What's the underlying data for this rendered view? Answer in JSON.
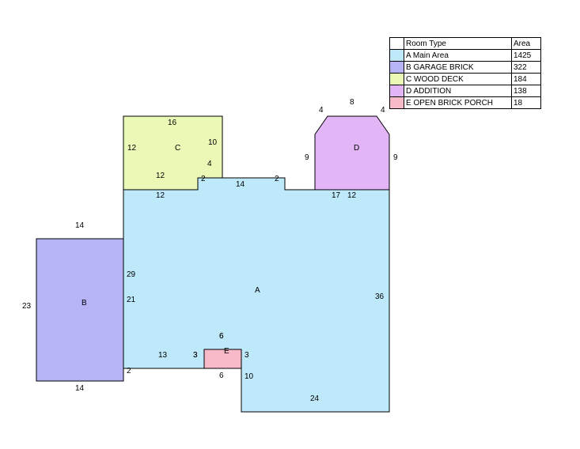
{
  "colors": {
    "A": "#bde9fb",
    "B": "#b6b3f6",
    "C": "#eaf9b6",
    "D": "#e1b5f6",
    "E": "#f8b9c9"
  },
  "legend": {
    "header_type": "Room Type",
    "header_area": "Area",
    "rows": [
      {
        "key": "A",
        "type": "A Main Area",
        "area": "1425"
      },
      {
        "key": "B",
        "type": "B GARAGE BRICK",
        "area": "322"
      },
      {
        "key": "C",
        "type": "C WOOD DECK",
        "area": "184"
      },
      {
        "key": "D",
        "type": "D ADDITION",
        "area": "138"
      },
      {
        "key": "E",
        "type": "E OPEN BRICK PORCH",
        "area": "18"
      }
    ]
  },
  "rooms": {
    "A": {
      "label": "A",
      "dims": [
        "14",
        "2",
        "2",
        "17",
        "12",
        "36",
        "24",
        "10",
        "6",
        "3",
        "13",
        "29",
        "21",
        "12"
      ]
    },
    "B": {
      "label": "B",
      "dims": [
        "14",
        "23",
        "14",
        "2"
      ]
    },
    "C": {
      "label": "C",
      "dims": [
        "16",
        "12",
        "10",
        "4",
        "12"
      ]
    },
    "D": {
      "label": "D",
      "dims": [
        "4",
        "8",
        "4",
        "9",
        "9"
      ]
    },
    "E": {
      "label": "E",
      "dims": [
        "6",
        "3",
        "3",
        "6"
      ]
    }
  }
}
